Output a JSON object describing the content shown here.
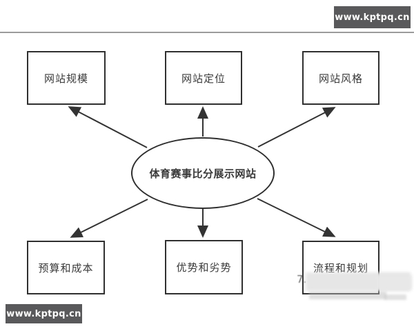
{
  "watermarks": {
    "top": {
      "text": "www.kptpq.cn"
    },
    "bottom": {
      "text": "www.kptpq.cn"
    },
    "bg_color": "#59595b",
    "text_color": "#ffffff"
  },
  "diagram": {
    "center": {
      "label": "体育赛事比分展示网站"
    },
    "nodes": [
      {
        "id": "site-scale",
        "label": "网站规模",
        "position": "top-left"
      },
      {
        "id": "site-positioning",
        "label": "网站定位",
        "position": "top-center"
      },
      {
        "id": "site-style",
        "label": "网站风格",
        "position": "top-right"
      },
      {
        "id": "budget-cost",
        "label": "预算和成本",
        "position": "bottom-left"
      },
      {
        "id": "pros-cons",
        "label": "优势和劣势",
        "position": "bottom-center"
      },
      {
        "id": "process-planning",
        "label": "流程和规划",
        "position": "bottom-right"
      }
    ],
    "blur_remnant": "7.",
    "colors": {
      "node_border": "#2f2f2f",
      "arrow": "#333333",
      "text": "#3a3a3a",
      "divider": "#9b9b9b"
    }
  }
}
